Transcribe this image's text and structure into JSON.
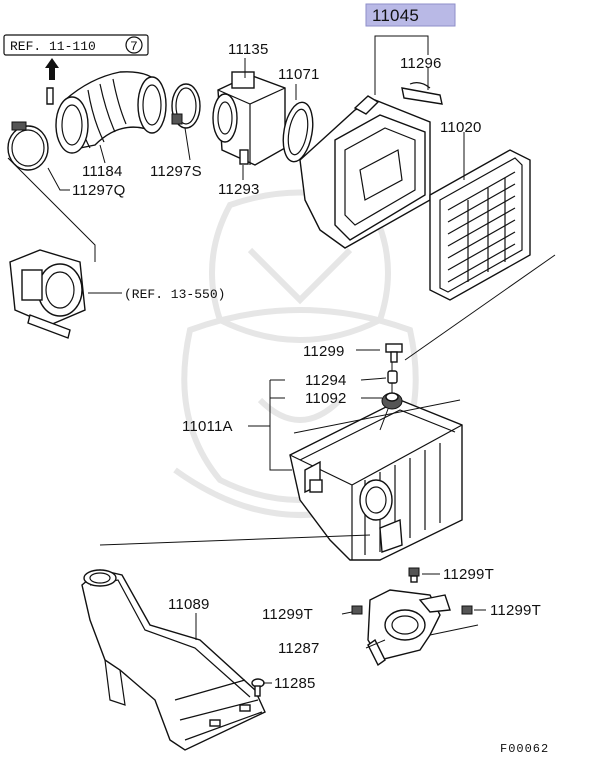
{
  "diagram": {
    "highlight_color": "#b9b9e6",
    "parts": {
      "p11045": "11045",
      "p11135": "11135",
      "p11071": "11071",
      "p11296": "11296",
      "p11020": "11020",
      "p11184": "11184",
      "p11297S": "11297S",
      "p11293": "11293",
      "p11297Q": "11297Q",
      "p11299": "11299",
      "p11294": "11294",
      "p11092": "11092",
      "p11011A": "11011A",
      "p11089": "11089",
      "p11299T_a": "11299T",
      "p11299T_b": "11299T",
      "p11299T_c": "11299T",
      "p11287": "11287",
      "p11285": "11285"
    },
    "refs": {
      "ref_top": "REF. 11-110",
      "ref_top_circle": "7",
      "ref_mid": "(REF. 13-550)"
    },
    "code": "F00062"
  }
}
